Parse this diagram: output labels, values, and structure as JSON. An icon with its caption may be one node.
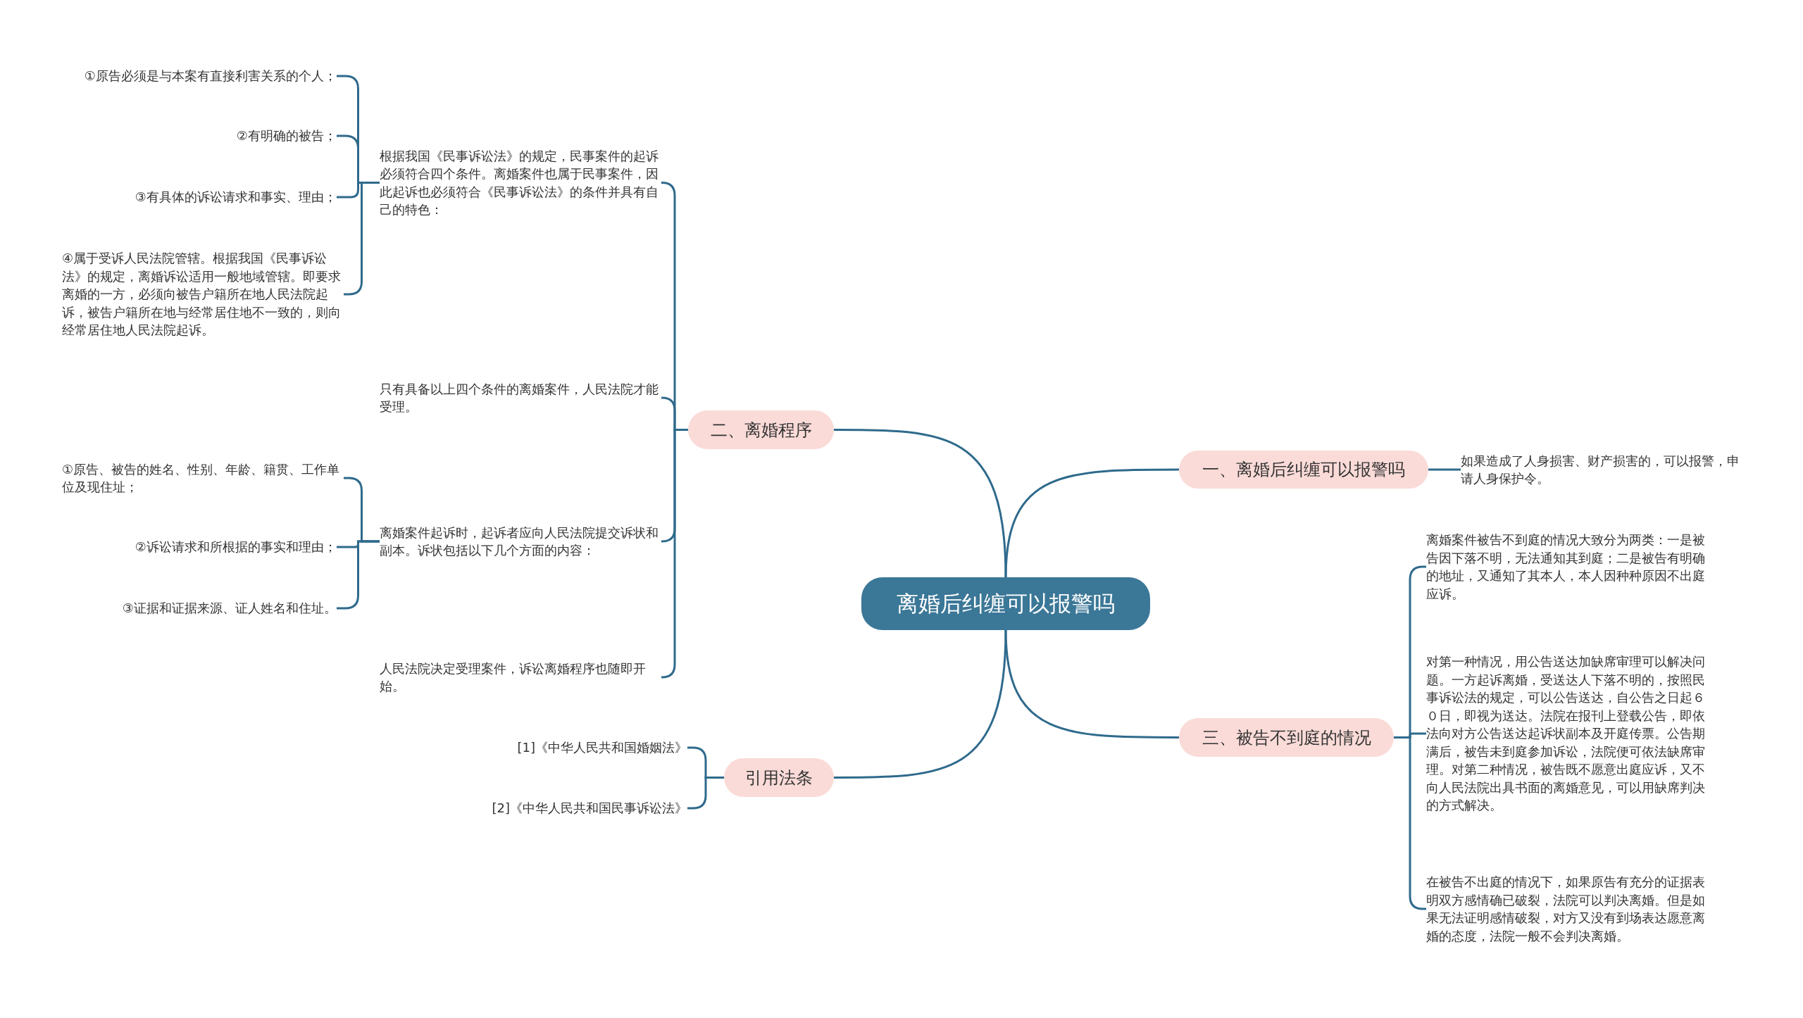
{
  "diagram": {
    "nodes": [
      {
        "text": [
          "离婚后纠缠可以报警吗"
        ]
      },
      {
        "text": [
          "一、离婚后纠缠可以报警吗"
        ]
      },
      {
        "text": [
          "如果造成了人身损害、财产损害的，可以报警，申请人身保护令。"
        ]
      },
      {
        "text": [
          "三、被告不到庭的情况"
        ]
      },
      {
        "text": [
          "离婚案件被告不到庭的情况大致分为两类：一是被告因下落不明，无法通知其到庭；二是被告有明确的地址，又通知了其本人，本人因种种原因不出庭应诉。"
        ]
      },
      {
        "text": [
          "对第一种情况，用公告送达加缺席审理可以解决问题。一方起诉离婚，受送达人下落不明的，按照民事诉讼法的规定，可以公告送达，自公告之日起６０日，即视为送达。法院在报刊上登载公告，即依法向对方公告送达起诉状副本及开庭传票。公告期满后，被告未到庭参加诉讼，法院便可依法缺席审理。对第二种情况，被告既不愿意出庭应诉，又不向人民法院出具书面的离婚意见，可以用缺席判决的方式解决。"
        ]
      },
      {
        "text": [
          "在被告不出庭的情况下，如果原告有充分的证据表明双方感情确已破裂，法院可以判决离婚。但是如果无法证明感情破裂，对方又没有到场表达愿意离婚的态度，法院一般不会判决离婚。"
        ]
      },
      {
        "text": [
          "二、离婚程序"
        ]
      },
      {
        "text": [
          "根据我国《民事诉讼法》的规定，民事案件的起诉必须符合四个条件。离婚案件也属于民事案件，因此起诉也必须符合《民事诉讼法》的条件并具有自己的特色："
        ]
      },
      {
        "text": [
          "①原告必须是与本案有直接利害关系的个人；"
        ]
      },
      {
        "text": [
          "②有明确的被告；"
        ]
      },
      {
        "text": [
          "③有具体的诉讼请求和事实、理由；"
        ]
      },
      {
        "text": [
          "④属于受诉人民法院管辖。根据我国《民事诉讼法》的规定，离婚诉讼适用一般地域管辖。即要求离婚的一方，必须向被告户籍所在地人民法院起诉，被告户籍所在地与经常居住地不一致的，则向经常居住地人民法院起诉。"
        ]
      },
      {
        "text": [
          "只有具备以上四个条件的离婚案件，人民法院才能受理。"
        ]
      },
      {
        "text": [
          "离婚案件起诉时，起诉者应向人民法院提交诉状和副本。诉状包括以下几个方面的内容："
        ]
      },
      {
        "text": [
          "①原告、被告的姓名、性别、年龄、籍贯、工作单位及现住址；"
        ]
      },
      {
        "text": [
          "②诉讼请求和所根据的事实和理由；"
        ]
      },
      {
        "text": [
          "③证据和证据来源、证人姓名和住址。"
        ]
      },
      {
        "text": [
          "人民法院决定受理案件，诉讼离婚程序也随即开始。"
        ]
      },
      {
        "text": [
          "引用法条"
        ]
      },
      {
        "text": [
          "[1]《中华人民共和国婚姻法》"
        ]
      },
      {
        "text": [
          "[2]《中华人民共和国民事诉讼法》"
        ]
      }
    ],
    "edges": [
      {
        "from": 0,
        "to": 1,
        "arrow": "none"
      },
      {
        "from": 1,
        "to": 2,
        "arrow": "none"
      },
      {
        "from": 0,
        "to": 3,
        "arrow": "none"
      },
      {
        "from": 3,
        "to": 4,
        "arrow": "none"
      },
      {
        "from": 3,
        "to": 5,
        "arrow": "none"
      },
      {
        "from": 3,
        "to": 6,
        "arrow": "none"
      },
      {
        "from": 0,
        "to": 7,
        "arrow": "none"
      },
      {
        "from": 7,
        "to": 8,
        "arrow": "none"
      },
      {
        "from": 8,
        "to": 9,
        "arrow": "none"
      },
      {
        "from": 8,
        "to": 10,
        "arrow": "none"
      },
      {
        "from": 8,
        "to": 11,
        "arrow": "none"
      },
      {
        "from": 8,
        "to": 12,
        "arrow": "none"
      },
      {
        "from": 7,
        "to": 13,
        "arrow": "none"
      },
      {
        "from": 7,
        "to": 14,
        "arrow": "none"
      },
      {
        "from": 14,
        "to": 15,
        "arrow": "none"
      },
      {
        "from": 14,
        "to": 16,
        "arrow": "none"
      },
      {
        "from": 14,
        "to": 17,
        "arrow": "none"
      },
      {
        "from": 7,
        "to": 18,
        "arrow": "none"
      },
      {
        "from": 0,
        "to": 19,
        "arrow": "none"
      },
      {
        "from": 19,
        "to": 20,
        "arrow": "none"
      },
      {
        "from": 19,
        "to": 21,
        "arrow": "none"
      }
    ]
  }
}
